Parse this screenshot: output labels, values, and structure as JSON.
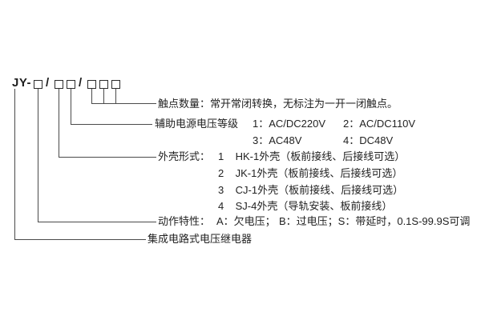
{
  "meta": {
    "background_color": "#ffffff",
    "line_color": "#4a4a4a",
    "text_color": "#222222",
    "diagram_type": "model-number-designation"
  },
  "model_code": {
    "prefix": "JY-",
    "separator": "/",
    "groups": [
      1,
      2,
      3
    ]
  },
  "callouts": {
    "contacts": {
      "text": "触点数量：常开常闭转换，无标注为一开一闭触点。"
    },
    "aux_power": {
      "label": "辅助电源电压等级",
      "opt1": "1：AC/DC220V",
      "opt2": "2：AC/DC110V",
      "opt3": "3：AC48V",
      "opt4": "4：DC48V"
    },
    "enclosure": {
      "label": "外壳形式：",
      "options": [
        {
          "num": "1",
          "desc": "HK-1外壳（板前接线、后接线可选）"
        },
        {
          "num": "2",
          "desc": "JK-1外壳（板前接线、后接线可选）"
        },
        {
          "num": "3",
          "desc": "CJ-1外壳（板前接线、后接线可选）"
        },
        {
          "num": "4",
          "desc": "SJ-4外壳（导轨安装、板前接线）"
        }
      ]
    },
    "action": {
      "label": "动作特性：",
      "opt_a": "A：欠电压；",
      "opt_b": "B：过电压；",
      "opt_s": "S：带延时，0.1S-99.9S可调"
    },
    "family": {
      "text": "集成电路式电压继电器"
    }
  }
}
